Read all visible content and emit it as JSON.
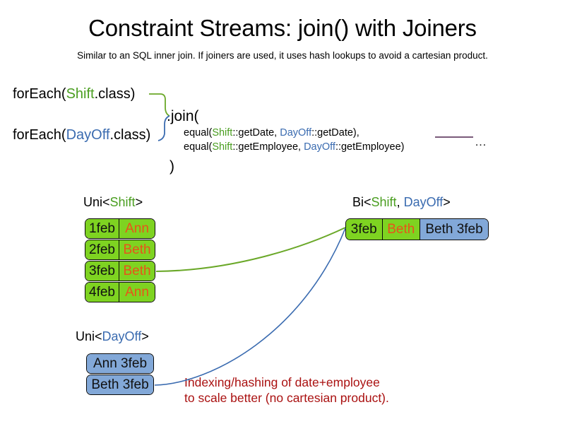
{
  "slide": {
    "title": "Constraint Streams: join() with Joiners",
    "subtitle": "Similar to an SQL inner join. If joiners are used, it uses hash lookups to avoid a cartesian product."
  },
  "code": {
    "foreach_shift": {
      "prefix": "forEach(",
      "type": "Shift",
      "suffix": ".class)"
    },
    "foreach_dayoff": {
      "prefix": "forEach(",
      "type": "DayOff",
      "suffix": ".class)"
    },
    "join_open": ".join(",
    "join_close": ")",
    "ellipsis": "…",
    "joiners": [
      {
        "fn": "equal(",
        "left_type": "Shift",
        "left_ref": "::getDate, ",
        "right_type": "DayOff",
        "right_ref": "::getDate),"
      },
      {
        "fn": "equal(",
        "left_type": "Shift",
        "left_ref": "::getEmployee, ",
        "right_type": "DayOff",
        "right_ref": "::getEmployee)"
      }
    ]
  },
  "streams": {
    "uni_shift": {
      "caption": {
        "prefix": "Uni<",
        "type": "Shift",
        "suffix": ">"
      },
      "rows": [
        {
          "date": "1feb",
          "employee": "Ann"
        },
        {
          "date": "2feb",
          "employee": "Beth"
        },
        {
          "date": "3feb",
          "employee": "Beth"
        },
        {
          "date": "4feb",
          "employee": "Ann"
        }
      ]
    },
    "uni_dayoff": {
      "caption": {
        "prefix": "Uni<",
        "type": "DayOff",
        "suffix": ">"
      },
      "rows": [
        {
          "label": "Ann 3feb"
        },
        {
          "label": "Beth 3feb"
        }
      ]
    },
    "bi": {
      "caption": {
        "prefix": "Bi<",
        "type_a": "Shift",
        "separator": ", ",
        "type_b": "DayOff",
        "suffix": ">"
      },
      "row": {
        "date": "3feb",
        "employee": "Beth",
        "pair": "Beth 3feb"
      }
    }
  },
  "annotation": {
    "text": "Indexing/hashing of date+employee\nto scale better (no cartesian product)."
  },
  "colors": {
    "shift_green_text": "#4a9e20",
    "dayoff_blue_text": "#3a6bb0",
    "fact_green_fill": "#7ed321",
    "fact_blue_fill": "#82a8d8",
    "employee_orange": "#e8541a",
    "annotation_red": "#aa1111",
    "wire_green": "#6aa828",
    "wire_blue": "#3a6bb0",
    "rule_purple": "#7a5a7a"
  }
}
